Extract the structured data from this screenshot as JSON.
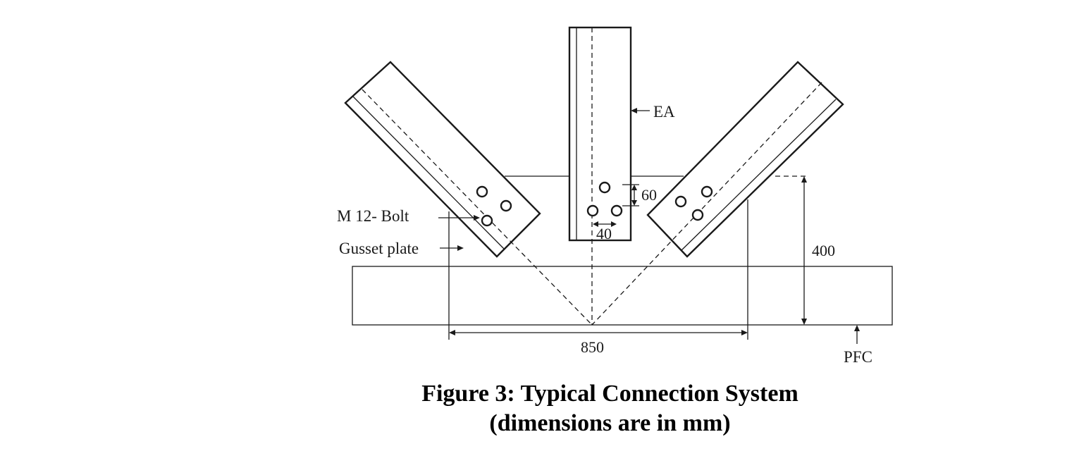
{
  "labels": {
    "ea": "EA",
    "bolt": "M 12- Bolt",
    "gusset": "Gusset plate",
    "pfc": "PFC"
  },
  "dimensions": {
    "bolt_pitch": "60",
    "bolt_gauge": "40",
    "height": "400",
    "width": "850"
  },
  "caption": {
    "line1": "Figure 3: Typical Connection System",
    "line2": "(dimensions are in mm)"
  }
}
